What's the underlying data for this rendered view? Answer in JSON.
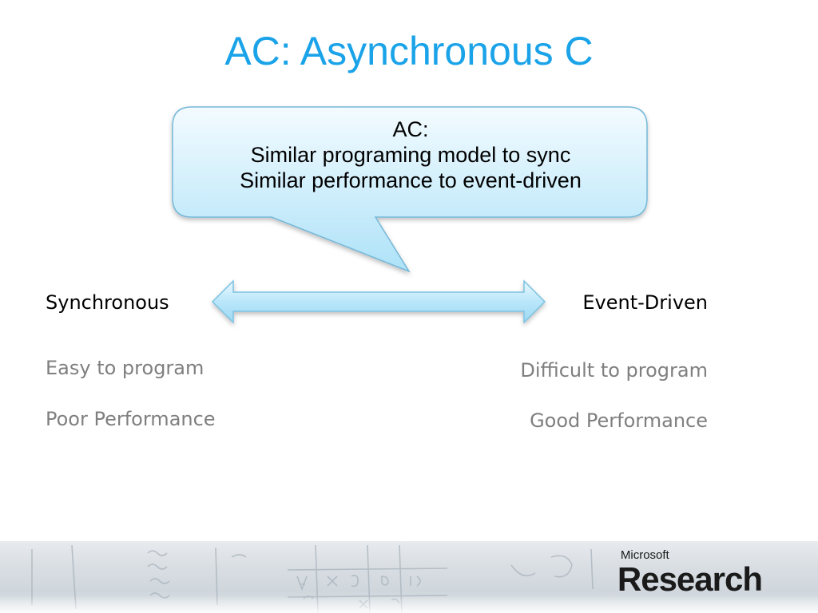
{
  "slide": {
    "title": "AC: Asynchronous C",
    "title_color": "#1aa3e8",
    "callout": {
      "lines": [
        "AC:",
        "Similar programing model to sync",
        "Similar performance to event-driven"
      ],
      "fill_color": "#bfe8f8",
      "stroke_color": "#6fb4d6"
    },
    "left": {
      "heading": "Synchronous",
      "points": [
        "Easy to program",
        "Poor Performance"
      ]
    },
    "right": {
      "heading": "Event-Driven",
      "points": [
        "Difficult to program",
        "Good Performance"
      ]
    },
    "arrow_icon": "double-headed-arrow",
    "arrow_color": "#a9dcf3"
  },
  "footer": {
    "logo_top": "Microsoft",
    "logo_main": "Research"
  }
}
